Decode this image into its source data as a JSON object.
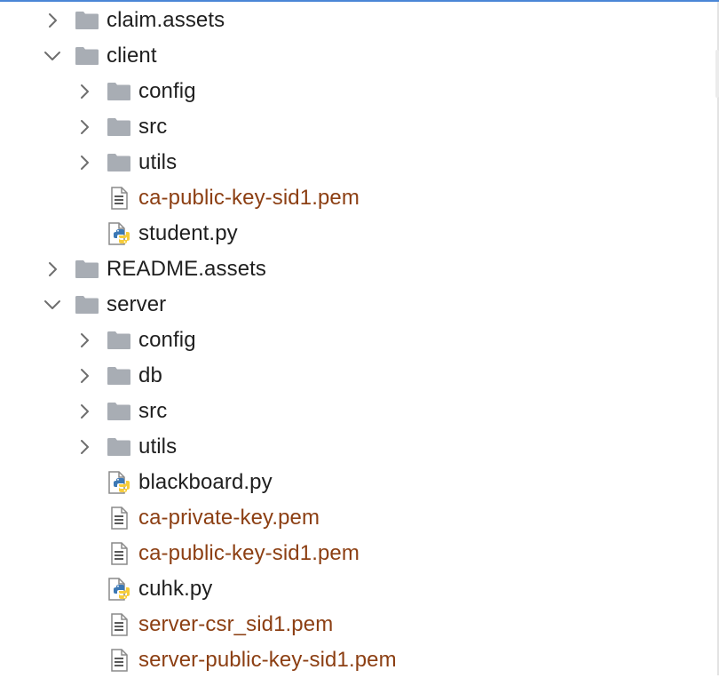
{
  "tree": {
    "rows": [
      {
        "label": "claim.assets",
        "kind": "folder",
        "expanded": false,
        "status": "normal"
      },
      {
        "label": "client",
        "kind": "folder",
        "expanded": true,
        "status": "normal"
      },
      {
        "label": "config",
        "kind": "folder",
        "expanded": false,
        "status": "normal"
      },
      {
        "label": "src",
        "kind": "folder",
        "expanded": false,
        "status": "normal"
      },
      {
        "label": "utils",
        "kind": "folder",
        "expanded": false,
        "status": "normal"
      },
      {
        "label": "ca-public-key-sid1.pem",
        "kind": "text-file",
        "status": "modified"
      },
      {
        "label": "student.py",
        "kind": "python-file",
        "status": "normal"
      },
      {
        "label": "README.assets",
        "kind": "folder",
        "expanded": false,
        "status": "normal"
      },
      {
        "label": "server",
        "kind": "folder",
        "expanded": true,
        "status": "normal"
      },
      {
        "label": "config",
        "kind": "folder",
        "expanded": false,
        "status": "normal"
      },
      {
        "label": "db",
        "kind": "folder",
        "expanded": false,
        "status": "normal"
      },
      {
        "label": "src",
        "kind": "folder",
        "expanded": false,
        "status": "normal"
      },
      {
        "label": "utils",
        "kind": "folder",
        "expanded": false,
        "status": "normal"
      },
      {
        "label": "blackboard.py",
        "kind": "python-file",
        "status": "normal"
      },
      {
        "label": "ca-private-key.pem",
        "kind": "text-file",
        "status": "modified"
      },
      {
        "label": "ca-public-key-sid1.pem",
        "kind": "text-file",
        "status": "modified"
      },
      {
        "label": "cuhk.py",
        "kind": "python-file",
        "status": "normal"
      },
      {
        "label": "server-csr_sid1.pem",
        "kind": "text-file",
        "status": "modified"
      },
      {
        "label": "server-public-key-sid1.pem",
        "kind": "text-file",
        "status": "modified"
      }
    ]
  },
  "colors": {
    "text": "#1f1f1f",
    "modified_text": "#8c3f13",
    "folder": "#a8adb4",
    "chevron": "#6e6e6e",
    "selection_border": "#4a86d6"
  },
  "icons": {
    "folder": "folder-icon",
    "text-file": "text-file-icon",
    "python-file": "python-file-icon",
    "collapsed": "chevron-right-icon",
    "expanded": "chevron-down-icon"
  }
}
